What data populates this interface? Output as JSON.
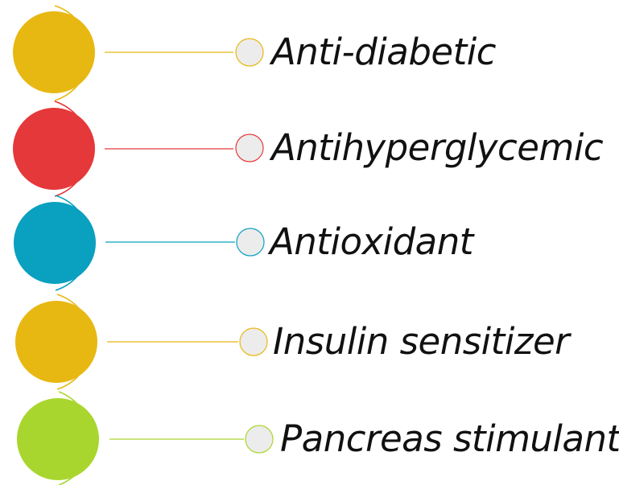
{
  "items": [
    {
      "label": "Anti-diabetic",
      "color": "#E8B812"
    },
    {
      "label": "Antihyperglycemic",
      "color": "#E5383A"
    },
    {
      "label": "Antioxidant",
      "color": "#0AA0C0"
    },
    {
      "label": "Insulin sensitizer",
      "color": "#E8B812"
    },
    {
      "label": "Pancreas stimulant",
      "color": "#A9D62E"
    }
  ],
  "node_fill": "#ECECEC"
}
